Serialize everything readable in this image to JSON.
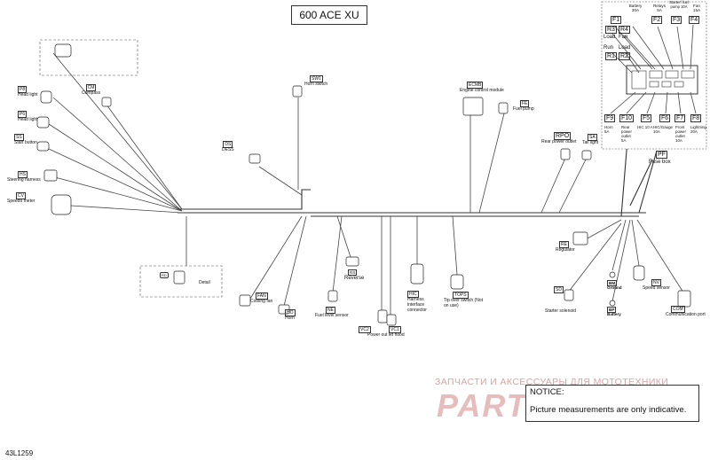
{
  "title": "600 ACE XU",
  "figure_id": "43L1259",
  "notice": {
    "heading": "NOTICE:",
    "text": "Picture measurements are only indicative."
  },
  "watermark": {
    "top_text": "ЗАПЧАСТИ И АКСЕССУАРЫ ДЛЯ МОТОТЕХНИКИ",
    "logo_text": "PARTSFOR.RU"
  },
  "components": [
    {
      "code": "P8",
      "label": "Head light"
    },
    {
      "code": "P6",
      "label": "Head light"
    },
    {
      "code": "SS",
      "label": "Start button"
    },
    {
      "code": "HS",
      "label": "Steering harness"
    },
    {
      "code": "CV",
      "label": "Speedo meter"
    },
    {
      "code": "CM",
      "label": "Compass"
    },
    {
      "code": "SW1",
      "label": "Horn switch"
    },
    {
      "code": "DS",
      "label": "DESS"
    },
    {
      "code": "ECMB",
      "label": "Engine control module"
    },
    {
      "code": "FE",
      "label": "Fuel pump"
    },
    {
      "code": "RPO",
      "label": "Rear power outlet"
    },
    {
      "code": "SA",
      "label": "Tail light"
    },
    {
      "code": "RE",
      "label": "Regulator"
    },
    {
      "code": "BM",
      "label": "Ground"
    },
    {
      "code": "BP",
      "label": "Battery"
    },
    {
      "code": "SD",
      "label": "Starter solenoid"
    },
    {
      "code": "NV",
      "label": "Speed sensor"
    },
    {
      "code": "COM",
      "label": "Communication port"
    },
    {
      "code": "FAN",
      "label": "Cooling fan"
    },
    {
      "code": "HO",
      "label": "Horn"
    },
    {
      "code": "RS",
      "label": "Reverse"
    },
    {
      "code": "NE",
      "label": "Fuel level sensor"
    },
    {
      "code": "VC2",
      "label": ""
    },
    {
      "code": "VC1",
      "label": "Power out let hood"
    },
    {
      "code": "HIC",
      "label": "Harness interface connector"
    },
    {
      "code": "TOPS",
      "label": "Tip over switch (Not on use)"
    }
  ],
  "detail": {
    "label": "Detail",
    "code": "RD"
  },
  "fuse_box": {
    "code": "PF",
    "label": "Fuse box",
    "top_fuses": [
      {
        "code": "F1",
        "label": "Battery 30A"
      },
      {
        "code": "F2",
        "label": "Relays 5A"
      },
      {
        "code": "F3",
        "label": "Starter/ fuel pump 10A"
      },
      {
        "code": "F4",
        "label": "Fan 15A"
      }
    ],
    "relays": [
      {
        "code": "R3",
        "label": "Load"
      },
      {
        "code": "R4",
        "label": "Fan"
      },
      {
        "code": "R1",
        "label": "Run"
      },
      {
        "code": "R2",
        "label": "Load"
      }
    ],
    "bottom_fuses": [
      {
        "code": "F9",
        "label": "Horn 5A"
      },
      {
        "code": "F10",
        "label": "Rear power outlet 5A"
      },
      {
        "code": "F5",
        "label": "HIC 10 A"
      },
      {
        "code": "F6",
        "label": "HIC/Gauge 10A"
      },
      {
        "code": "F7",
        "label": "Front power outlet 10A"
      },
      {
        "code": "F8",
        "label": "Lightning 20A"
      }
    ]
  }
}
